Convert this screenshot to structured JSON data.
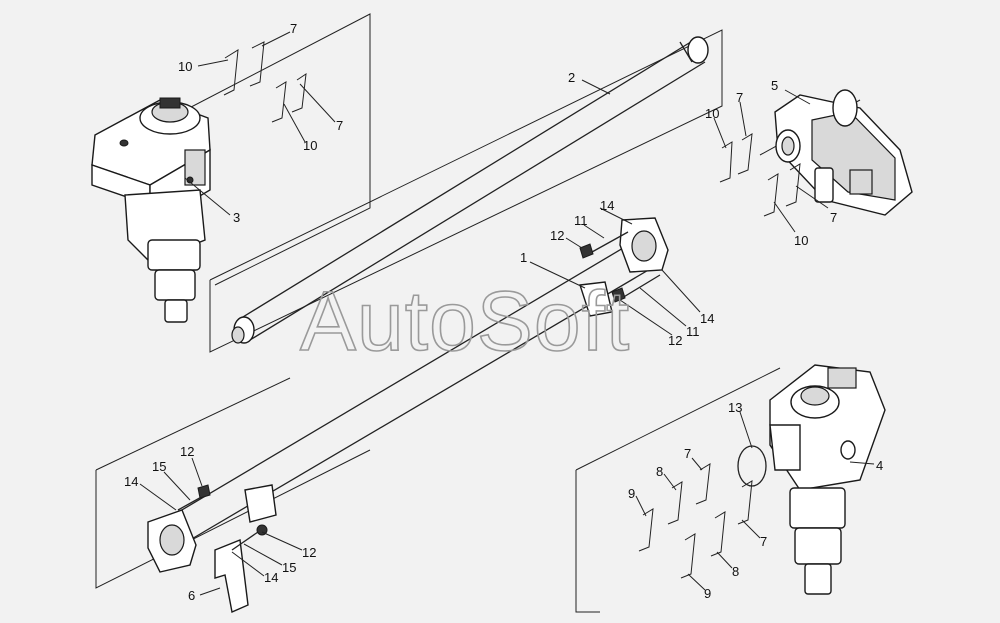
{
  "watermark": "AutoSoft",
  "labels": {
    "l7a": "7",
    "l10a": "10",
    "l7b": "7",
    "l10b": "10",
    "l3": "3",
    "l2": "2",
    "l10c": "10",
    "l7c": "7",
    "l5": "5",
    "l7d": "7",
    "l10d": "10",
    "l14a": "14",
    "l11a": "11",
    "l12a": "12",
    "l1": "1",
    "l14b": "14",
    "l11b": "11",
    "l12b": "12",
    "l13": "13",
    "l4": "4",
    "l7e": "7",
    "l8a": "8",
    "l9a": "9",
    "l7f": "7",
    "l8b": "8",
    "l9b": "9",
    "l12c": "12",
    "l15a": "15",
    "l14c": "14",
    "l12d": "12",
    "l15b": "15",
    "l14d": "14",
    "l6": "6"
  }
}
